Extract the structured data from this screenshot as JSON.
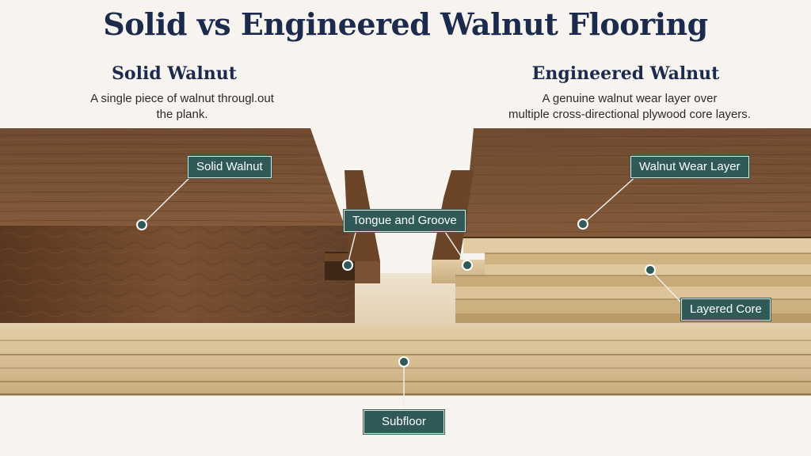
{
  "title": "Solid vs Engineered Walnut Flooring",
  "left": {
    "heading": "Solid Walnut",
    "description_line1": "A single piece of walnut througl.out",
    "description_line2": "the plank."
  },
  "right": {
    "heading": "Engineered Walnut",
    "description_line1": "A genuine walnut wear layer over",
    "description_line2": "multiple cross-directional plywood core layers."
  },
  "callouts": {
    "solid_walnut": "Solid Walnut",
    "tongue_and_groove": "Tongue and Groove",
    "walnut_wear_layer": "Walnut Wear Layer",
    "layered_core": "Layered Core",
    "subfloor": "Subfloor"
  },
  "colors": {
    "title": "#1c2b4c",
    "callout_bg": "#2f5a57",
    "walnut_dark": "#5b3a22",
    "walnut_mid": "#7a5234",
    "plywood": "#d9c29a",
    "background": "#f7f4ef"
  }
}
